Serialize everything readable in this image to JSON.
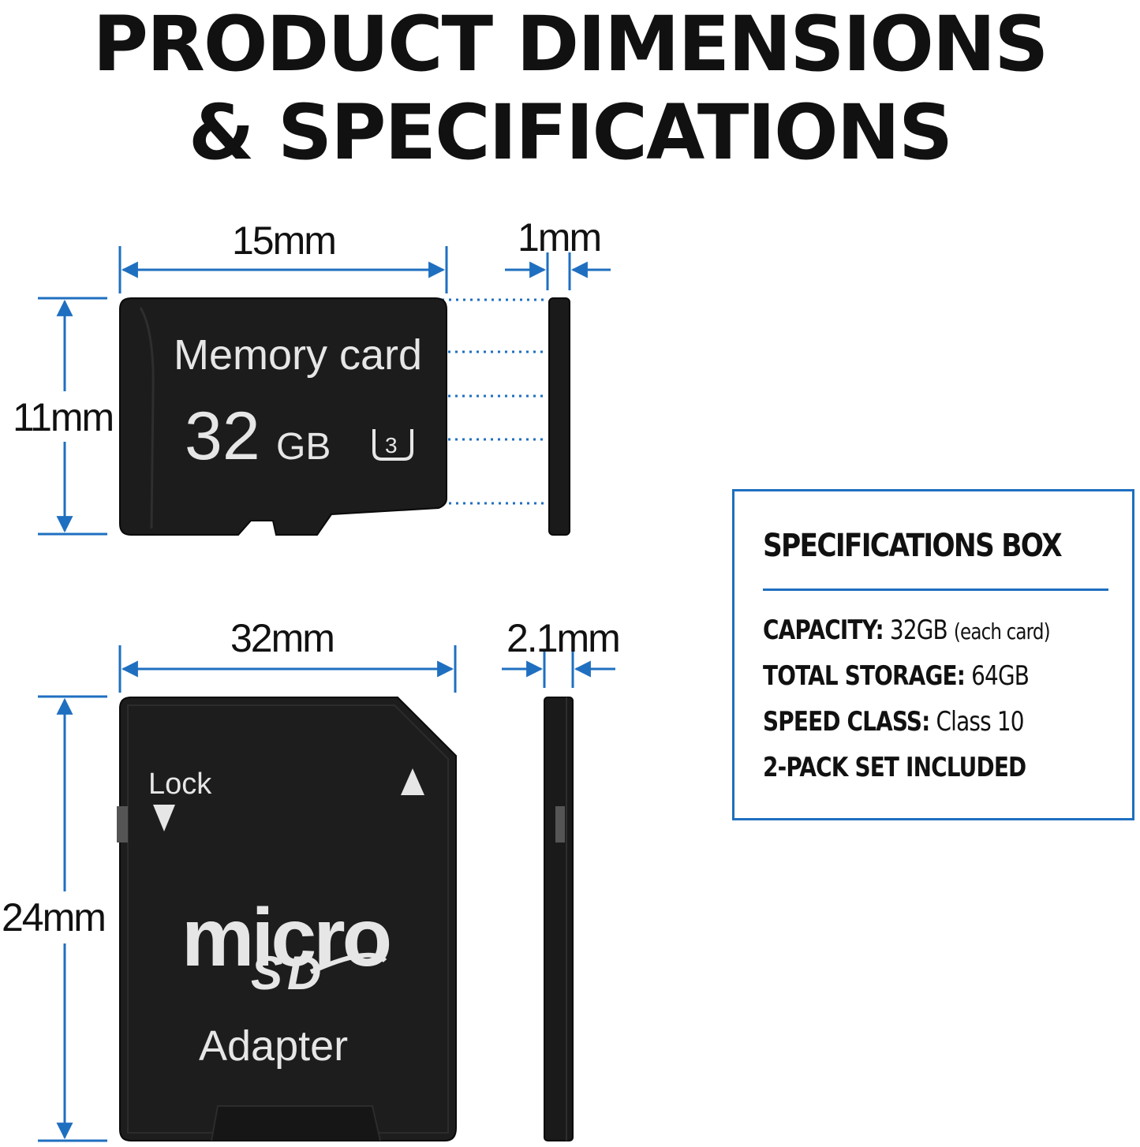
{
  "title": {
    "line1": "PRODUCT DIMENSIONS",
    "line2": "& SPECIFICATIONS"
  },
  "dimensions": {
    "micro_width": "15mm",
    "micro_thickness": "1mm",
    "micro_height": "11mm",
    "adapter_width": "32mm",
    "adapter_thickness": "2.1mm",
    "adapter_height": "24mm"
  },
  "micro_card": {
    "label": "Memory card",
    "capacity": "32",
    "unit": "GB",
    "speed_badge": "3"
  },
  "adapter": {
    "lock_label": "Lock",
    "logo_top": "micro",
    "logo_bottom": "SD",
    "label": "Adapter"
  },
  "specs": {
    "heading": "SPECIFICATIONS BOX",
    "capacity_label": "CAPACITY:",
    "capacity_value": "32GB",
    "capacity_note": "(each card)",
    "storage_label": "TOTAL STORAGE:",
    "storage_value": "64GB",
    "speed_label": "SPEED CLASS:",
    "speed_value": "Class 10",
    "pack": "2-PACK SET INCLUDED"
  },
  "colors": {
    "accent": "#1f6fc0",
    "card": "#1c1c1c",
    "text": "#111111"
  },
  "icons": [
    "arrow-left-icon",
    "arrow-right-icon",
    "arrow-up-icon",
    "arrow-down-icon",
    "triangle-up-icon",
    "triangle-down-icon",
    "uhs-speed-class-icon",
    "microsd-logo"
  ]
}
